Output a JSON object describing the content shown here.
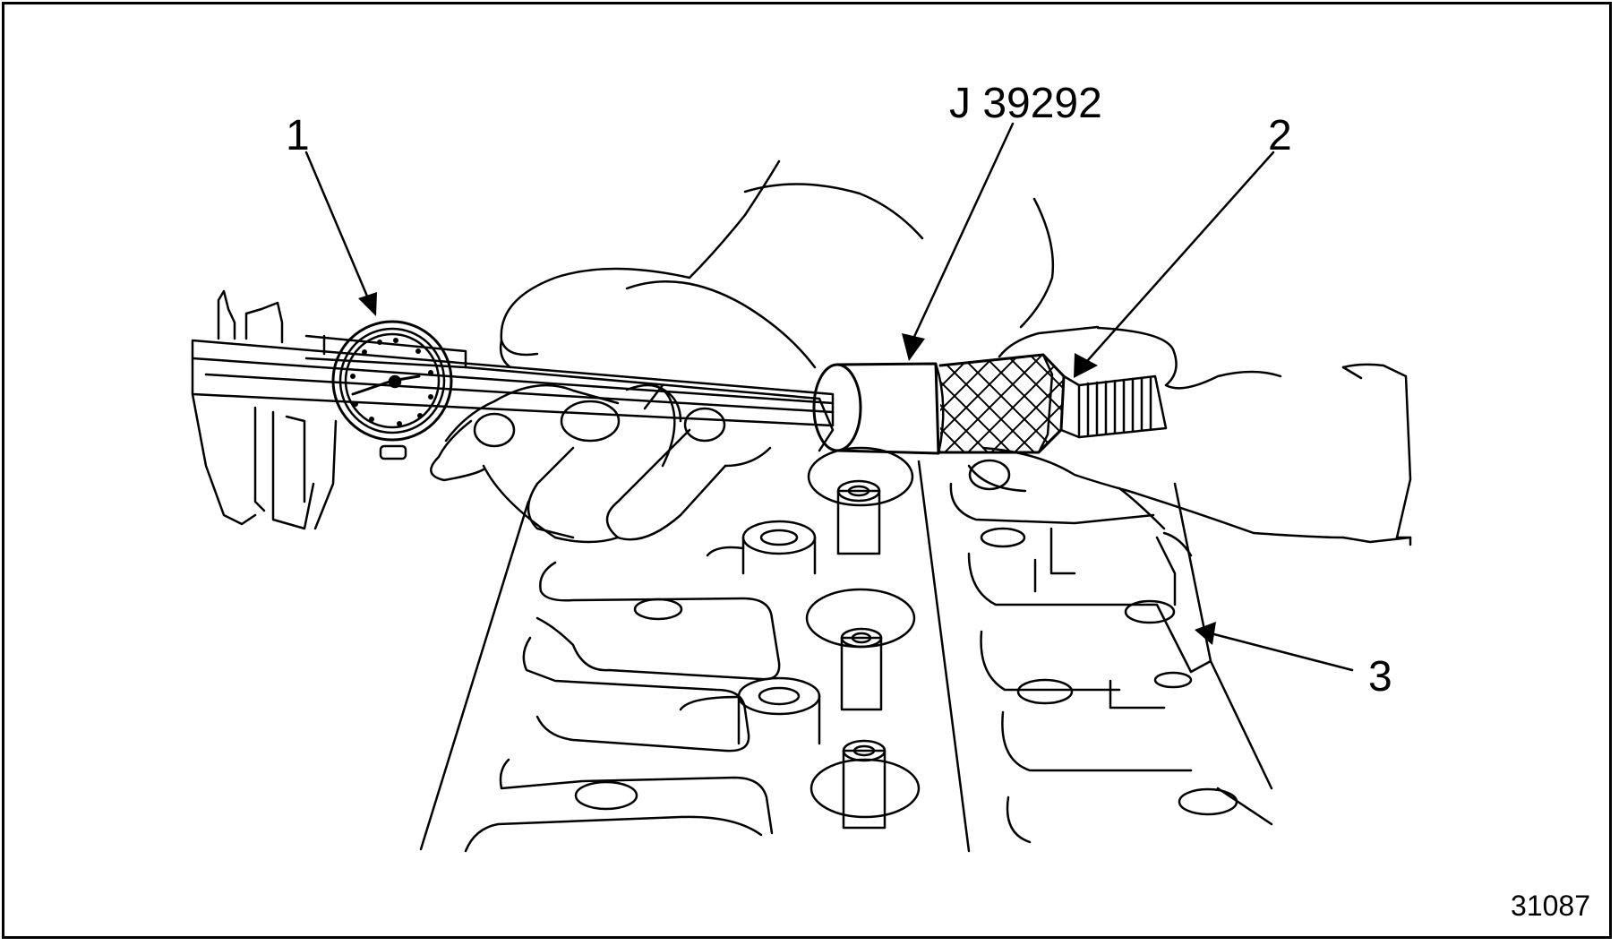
{
  "figure": {
    "callouts": {
      "one": "1",
      "tool": "J 39292",
      "two": "2",
      "three": "3"
    },
    "figure_number": "31087"
  }
}
